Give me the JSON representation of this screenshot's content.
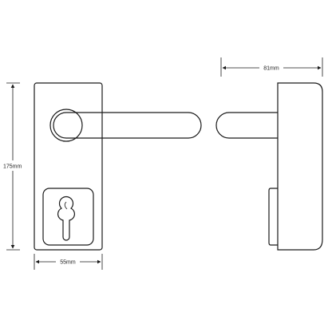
{
  "dimensions": {
    "height_label": "175mm",
    "width_label": "55mm",
    "depth_label": "81mm"
  }
}
